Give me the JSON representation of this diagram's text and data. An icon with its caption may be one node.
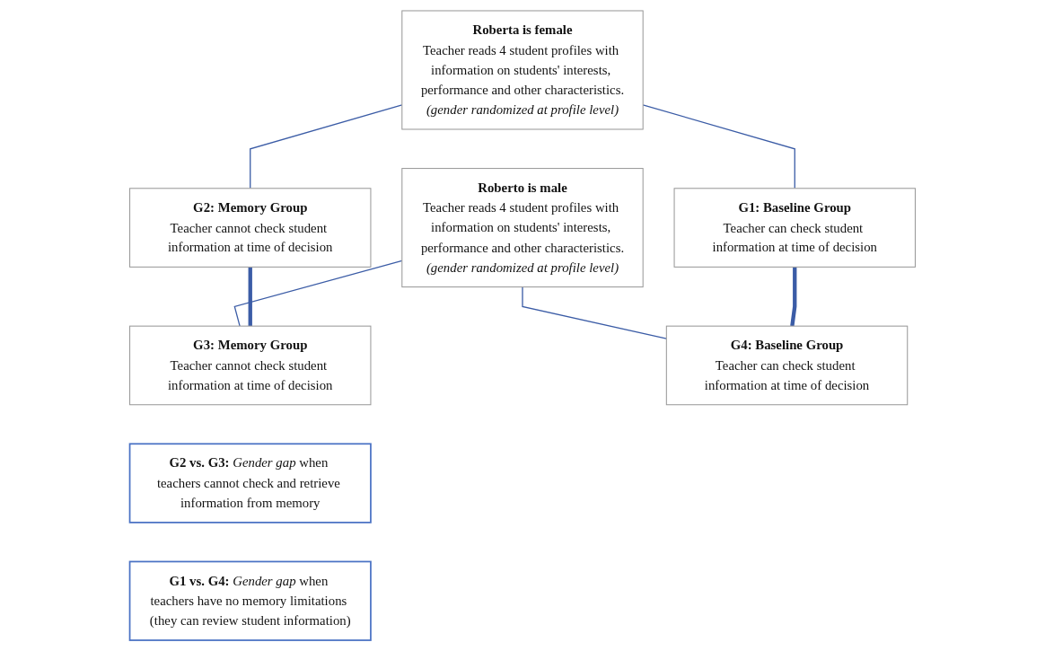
{
  "diagram": {
    "nodes": [
      {
        "text": [
          "Roberta is female",
          "Teacher reads 4 student profiles with information on students' interests, performance and other characteristics.",
          "(gender randomized at profile level)"
        ]
      },
      {
        "text": [
          "Roberto is male",
          "Teacher reads 4 student profiles with information on students' interests, performance and other characteristics.",
          "(gender randomized at profile level)"
        ]
      },
      {
        "text": [
          "G1: Baseline Group",
          "Teacher can check student information at time of decision"
        ]
      },
      {
        "text": [
          "G2: Memory Group",
          "Teacher cannot check student information at time of decision"
        ]
      },
      {
        "text": [
          "G3: Memory Group",
          "Teacher cannot check student information at time of decision"
        ]
      },
      {
        "text": [
          "G4: Baseline Group",
          "Teacher can check student information at time of decision"
        ]
      },
      {
        "text": [
          "**G2 vs. G3:** *Gender gap* when teachers cannot check and retrieve information from memory"
        ]
      },
      {
        "text": [
          "**G1 vs. G4:** *Gender gap* when teachers have no memory limitations (they can review student information)"
        ]
      }
    ],
    "edges": [
      {
        "from": 0,
        "to": 2,
        "arrow": "none"
      },
      {
        "from": 0,
        "to": 3,
        "arrow": "none"
      },
      {
        "from": 1,
        "to": 4,
        "arrow": "none"
      },
      {
        "from": 1,
        "to": 5,
        "arrow": "none"
      },
      {
        "from": 3,
        "to": 4,
        "arrow": "none",
        "style": "thick"
      },
      {
        "from": 2,
        "to": 5,
        "arrow": "none",
        "style": "thick"
      }
    ]
  }
}
